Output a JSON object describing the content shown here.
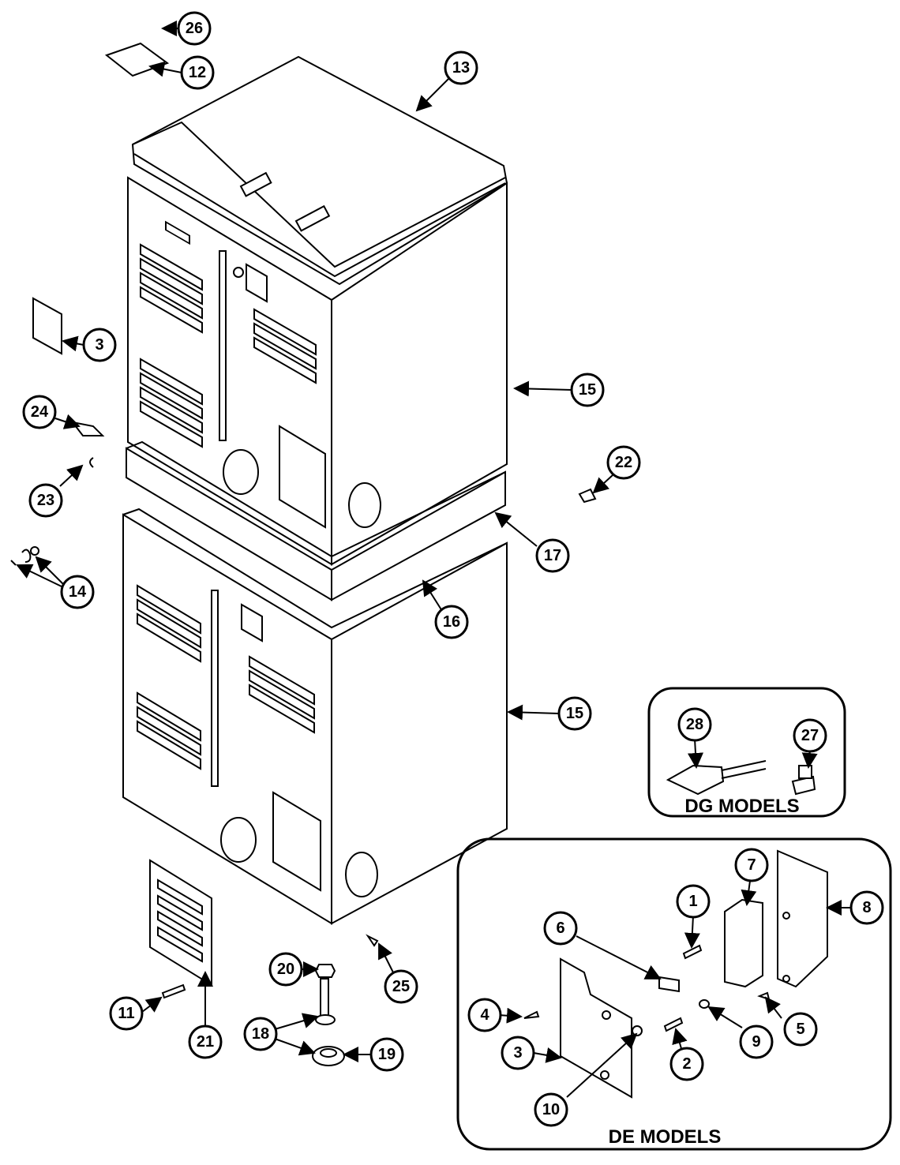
{
  "callouts": [
    "26",
    "12",
    "13",
    "3",
    "15",
    "24",
    "22",
    "23",
    "17",
    "14",
    "16",
    "15",
    "28",
    "27",
    "7",
    "8",
    "1",
    "6",
    "4",
    "5",
    "3",
    "9",
    "2",
    "10",
    "11",
    "21",
    "20",
    "25",
    "18",
    "19"
  ],
  "groups": {
    "dg": "DG MODELS",
    "de": "DE MODELS"
  },
  "colors": {
    "ink": "#000000",
    "paper": "#ffffff"
  }
}
